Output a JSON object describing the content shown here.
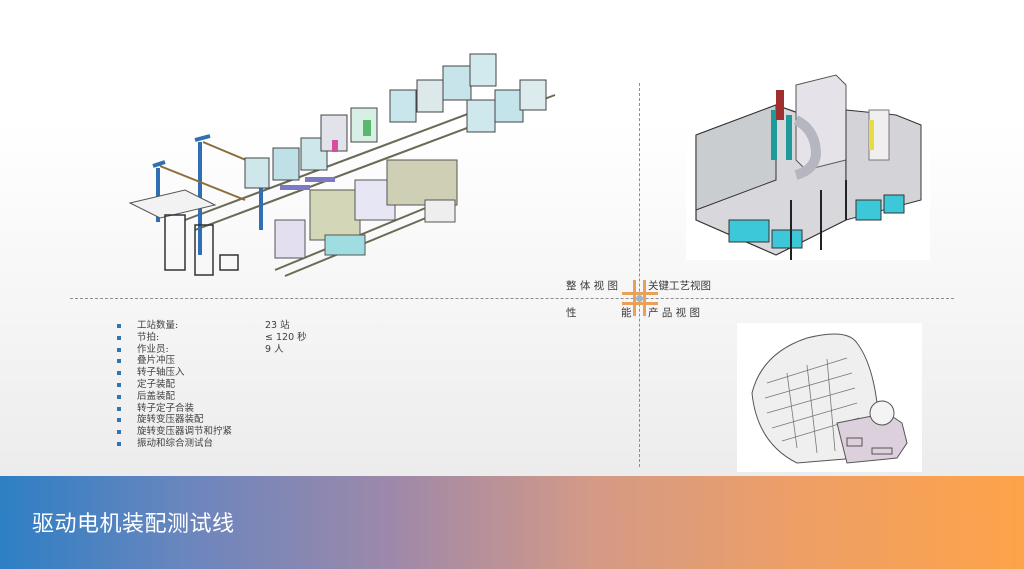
{
  "slide": {
    "title": "驱动电机装配测试线",
    "colors": {
      "footer_gradient_start": "#2d7fc4",
      "footer_gradient_mid": "#9d88aa",
      "footer_gradient_end": "#fda349",
      "bullet": "#2e75b6",
      "crosshair": "#e8a05a",
      "divider": "#8e8e8e"
    }
  },
  "quadrants": {
    "top_left": {
      "label": "整 体 视 图",
      "image": "overall-production-line-3d-render"
    },
    "top_right": {
      "label": "关键工艺视图",
      "image": "key-process-workcell-3d-render"
    },
    "bottom_left": {
      "label_left": "性",
      "label_right": "能"
    },
    "bottom_right": {
      "label": "产 品 视 图",
      "image": "drive-motor-housing-render"
    }
  },
  "specs": [
    {
      "label": "工站数量:",
      "value": "23 站"
    },
    {
      "label": "节拍:",
      "value": "≤ 120 秒"
    },
    {
      "label": "作业员:",
      "value": "9 人"
    },
    {
      "label": "叠片冲压",
      "value": ""
    },
    {
      "label": "转子轴压入",
      "value": ""
    },
    {
      "label": "定子装配",
      "value": ""
    },
    {
      "label": "后盖装配",
      "value": ""
    },
    {
      "label": "转子定子合装",
      "value": ""
    },
    {
      "label": "旋转变压器装配",
      "value": ""
    },
    {
      "label": "旋转变压器调节和拧紧",
      "value": ""
    },
    {
      "label": "振动和综合测试台",
      "value": ""
    }
  ]
}
